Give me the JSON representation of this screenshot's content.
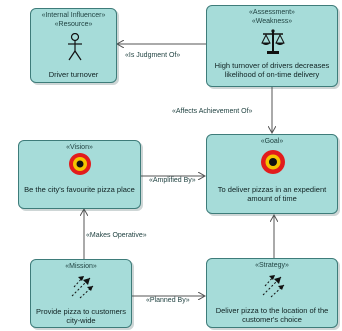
{
  "nodes": {
    "resource": {
      "stereo1": "«Internal Influencer»",
      "stereo2": "«Resource»",
      "text": "Driver turnover",
      "icon": "stick-figure-icon"
    },
    "weakness": {
      "stereo1": "«Assessment»",
      "stereo2": "«Weakness»",
      "text": "High turnover of drivers decreases likelihood of on-time delivery",
      "icon": "scales-icon"
    },
    "vision": {
      "stereo1": "«Vision»",
      "text": "Be the city's favourite pizza place",
      "icon": "target-icon"
    },
    "goal": {
      "stereo1": "«Goal»",
      "text": "To deliver pizzas in an expedient amount of time",
      "icon": "target-icon"
    },
    "mission": {
      "stereo1": "«Mission»",
      "text": "Provide pizza to customers city-wide",
      "icon": "arrows-icon"
    },
    "strategy": {
      "stereo1": "«Strategy»",
      "text": "Deliver pizza to the location of the customer's choice",
      "icon": "arrows-icon"
    }
  },
  "relations": {
    "is_judgment_of": "«Is Judgment Of»",
    "affects_achievement_of": "«Affects Achievement Of»",
    "amplified_by": "«Amplified By»",
    "makes_operative": "«Makes Operative»",
    "planned_by": "«Planned By»"
  },
  "colors": {
    "node_fill": "#a6dcd9",
    "node_border": "#3e7c7a",
    "target_outer": "#e21c1c",
    "target_inner": "#f4c400"
  }
}
